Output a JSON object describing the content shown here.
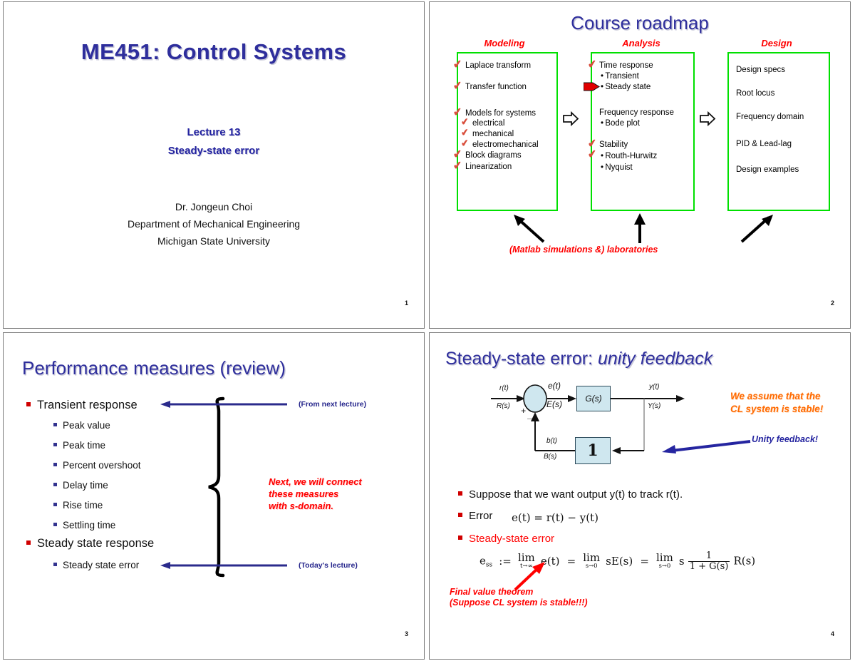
{
  "slide1": {
    "page_number": "1",
    "title": "ME451: Control Systems",
    "lecture_line1": "Lecture 13",
    "lecture_line2": "Steady-state error",
    "author": "Dr. Jongeun Choi",
    "department": "Department of Mechanical Engineering",
    "university": "Michigan State University"
  },
  "slide2": {
    "page_number": "2",
    "title": "Course roadmap",
    "columns": [
      {
        "header": "Modeling",
        "items": [
          {
            "text": "Laplace transform",
            "checked": true,
            "level": 1
          },
          {
            "text": "Transfer function",
            "checked": true,
            "level": 1
          },
          {
            "text": "Models for systems",
            "checked": true,
            "level": 1
          },
          {
            "text": "electrical",
            "checked": true,
            "level": 2
          },
          {
            "text": "mechanical",
            "checked": true,
            "level": 2
          },
          {
            "text": "electromechanical",
            "checked": true,
            "level": 2
          },
          {
            "text": "Block diagrams",
            "checked": true,
            "level": 1
          },
          {
            "text": "Linearization",
            "checked": true,
            "level": 1
          }
        ]
      },
      {
        "header": "Analysis",
        "items": [
          {
            "text": "Time response",
            "checked": true,
            "level": 1
          },
          {
            "text": "Transient",
            "checked": false,
            "level": 2
          },
          {
            "text": "Steady state",
            "checked": false,
            "level": 2,
            "pointer": true
          },
          {
            "text": "Frequency response",
            "checked": false,
            "level": 1
          },
          {
            "text": "Bode plot",
            "checked": false,
            "level": 2
          },
          {
            "text": "Stability",
            "checked": true,
            "level": 1
          },
          {
            "text": "Routh-Hurwitz",
            "checked": true,
            "level": 2
          },
          {
            "text": "Nyquist",
            "checked": false,
            "level": 2
          }
        ]
      },
      {
        "header": "Design",
        "items": [
          {
            "text": "Design specs",
            "checked": false,
            "level": 1
          },
          {
            "text": "Root locus",
            "checked": false,
            "level": 1
          },
          {
            "text": "Frequency domain",
            "checked": false,
            "level": 1
          },
          {
            "text": "PID & Lead-lag",
            "checked": false,
            "level": 1
          },
          {
            "text": "Design examples",
            "checked": false,
            "level": 1
          }
        ]
      }
    ],
    "footer_note": "(Matlab simulations &) laboratories",
    "box_color": "#00e000",
    "header_color": "#ff0000",
    "check_color": "#d94f3d"
  },
  "slide3": {
    "page_number": "3",
    "title": "Performance measures (review)",
    "bullets": [
      {
        "text": "Transient response",
        "level": 1
      },
      {
        "text": "Peak value",
        "level": 2
      },
      {
        "text": "Peak  time",
        "level": 2
      },
      {
        "text": "Percent overshoot",
        "level": 2
      },
      {
        "text": "Delay time",
        "level": 2
      },
      {
        "text": "Rise time",
        "level": 2
      },
      {
        "text": "Settling time",
        "level": 2
      },
      {
        "text": "Steady state response",
        "level": 1
      },
      {
        "text": "Steady state error",
        "level": 2
      }
    ],
    "annotation_top": "(From next lecture)",
    "annotation_bottom": "(Today's lecture)",
    "note_red_line1": "Next, we will connect",
    "note_red_line2": "these measures",
    "note_red_line3": "with s-domain."
  },
  "slide4": {
    "page_number": "4",
    "title_plain": "Steady-state error: ",
    "title_italic": "unity feedback",
    "diagram": {
      "input_time": "r(t)",
      "input_laplace": "R(s)",
      "sum_plus": "+",
      "sum_minus": "_",
      "error_time": "e(t)",
      "error_laplace": "E(s)",
      "plant_block": "G(s)",
      "output_time": "y(t)",
      "output_laplace": "Y(s)",
      "feedback_time": "b(t)",
      "feedback_laplace": "B(s)",
      "feedback_block": "1"
    },
    "note_orange_line1": "We assume that the",
    "note_orange_line2": "CL system is stable!",
    "note_blue": "Unity feedback!",
    "bullets": [
      {
        "text": "Suppose that we want output y(t) to track r(t).",
        "red": false
      },
      {
        "text": "Error",
        "red": false
      },
      {
        "text": "Steady-state error",
        "red": true
      }
    ],
    "error_equation": "e(t) = r(t) − y(t)",
    "ss_equation": {
      "lhs": "e",
      "lhs_sub": "ss",
      "define": ":=",
      "lim1_word": "lim",
      "lim1_sub": "t→∞",
      "term1": "e(t)",
      "eq1": "=",
      "lim2_word": "lim",
      "lim2_sub": "s→0",
      "term2": "sE(s)",
      "eq2": "=",
      "lim3_word": "lim",
      "lim3_sub": "s→0",
      "term3_s": "s",
      "frac_num": "1",
      "frac_den": "1 + G(s)",
      "term3_r": "R(s)"
    },
    "final_value_line1": "Final value theorem",
    "final_value_line2": "(Suppose CL system is stable!!!)"
  }
}
